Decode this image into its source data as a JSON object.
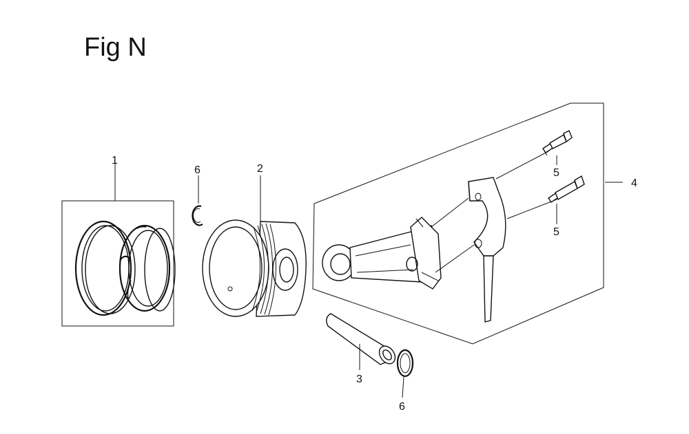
{
  "figure": {
    "title": "Fig N"
  },
  "callouts": {
    "piston_ring_set": "1",
    "piston": "2",
    "piston_pin": "3",
    "connecting_rod_assembly": "4",
    "rod_bolt_upper": "5",
    "rod_bolt_lower": "5",
    "pin_clip_upper": "6",
    "pin_clip_lower": "6"
  }
}
